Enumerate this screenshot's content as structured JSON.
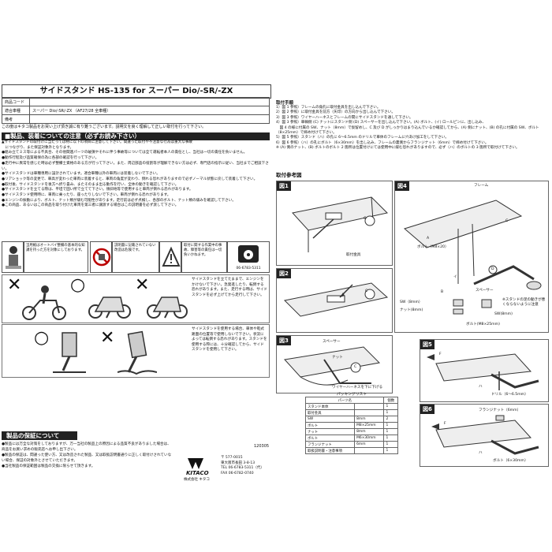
{
  "title": "サイドスタンド HS-135 for スーパー Dio/-SR/-ZX",
  "spec": [
    {
      "key": "商品コード",
      "value": ""
    },
    {
      "key": "適合車種",
      "value": "スーパー Dio/-SR/-ZX （AF27/28 全車種）"
    },
    {
      "key": "備考",
      "value": ""
    }
  ],
  "notice": "この度はキタコ製品をお買い上げ頂き誠に有り難うございます。説明文を良く理解して正しい取付を行って下さい。",
  "caution": {
    "heading": "■製品、装着についての注意（必ずお読み下さい）",
    "items": [
      "▲サイドスタンドの取付けに当たっては特に以下の項目に注意して下さい。間違った取付や不注意な行為は重大な事故",
      "　につながり、また保証対象外となります。",
      "●組み立てミス等による不具合、その他関連パーツの破損やそれに伴う事故等については全て運転者本人の責任とし、当社は一切の責任を負いません。",
      "●動作行程及び品質確保の為に各部の確認を行って下さい。",
      "●走行中に異常を感じた時は必ず整備士資格のある方が行って下さい。また、周辺部品の役割等が理解できない方は必ず、専門店の指示に従い、当社までご相談下さい。",
      "●サイドスタンドは車種専用に設計されています。適合車種以外の車両には装着しないで下さい。",
      "●リアショック等の変更で、車高が変わった車両に装着すると、車両の角度が変わり、倒れる恐れがありますので必ずノーマル状態に戻して装着して下さい。",
      "●取付後、サイドスタンドを後方へ折り畳み、またそのまま出る動作を行い、全体の動きを確認して下さい。",
      "●サイドスタンドを立てる際は、平坦で固い所で立てて下さい。傾斜地等で使用すると車両が倒れる恐れがあります。",
      "●サイドスタンド使用時に、車両に乗ったり、座ったりしないで下さい。車両が倒れる恐れがあります。",
      "●エンジンの振動により、ボルト、ナット類が緩む可能性があります。走行前は必ず点検し、各部のボルト、ナット類の緩みを確認して下さい。",
      "●この商品、あるいはこの商品を取り付けた車両を第三者に譲渡する場合はこの説明書を必ず渡して下さい。"
    ]
  },
  "warnings": [
    "当用紙はオートバイ整備の基本的な知識を持った方を対象にしております。",
    "説明書に記載されていない改造は危険です。",
    "取付に関する作業中の事故、障害等の責任は一切負いかねます。",
    "06-6783-5311"
  ],
  "stand_note_1": "サイドスタンドを立てたままで、エンジンをかけないで下さい。急発進したり、転倒する恐れがあります。また、走行する時は、サイドスタンドを必ず上げてから走行して下さい。",
  "stand_note_2": "サイドスタンドを使用する場合、車体や乾式路面の位置等で使用しないで下さい。状況によっては転倒する恐れがあります。スタンドを使用する際には、十分確認してから、サイドスタンドを使用して下さい。",
  "marks": {
    "ng": "✕",
    "ok": "○"
  },
  "warranty": {
    "heading": "製品の保証について",
    "items": [
      "●製品には万全な対策をしておりますが、万一当社の製品上の原因による品質不良がありました場合は、商品をお買い求めの販売店へお申し出下さい。",
      "●製品の保証は、間違った使い方、又は改造された製品、又は取扱説明書通りに正しく取付けされていない場合、保証の対象外とさせていただきます。",
      "●当社製品の保証範囲は製品の交換に限らせて頂きます。"
    ]
  },
  "doc_code": "120305",
  "brand": {
    "logo": "KITACO",
    "company": "株式会社 キタコ"
  },
  "address": [
    "〒 577-0015",
    "東大阪市長田 3-8-13",
    "TEL 06-6783-5311（代）",
    "FAX 06-6782-0740"
  ],
  "install": {
    "heading": "取付手順",
    "steps": [
      "1）図 1 参照）フレームの角孔に取付金具を出し込んで下さい。",
      "2）図 2 参照）に取付金具を前方（矢印）の方向から出し込んで下さい。",
      "3）図 3 参照）ワイヤーハーネスとフレームの間にサイドスタンドを通して下さい。",
      "4）図 3 参照）車輌側 (C) ナットにスタンド側 (D) スペーサーを出し込んで下さい。(A) ボルト、(イ) ロールピンに、出し込み、",
      "　図 4 の様に付属の SW、ナット（8mm）で仮留めし、C 及び D がしっかりはまり込んでいるか確認してから、(A) 側にナット、(B) の孔に付属の SW、ボルト（8×25mm）で締め付けて下さい。",
      "5）図 5 参照）スタンド（ハ）の孔に 6～6.5mm のドリルで車体のフレームに穴あけ加工をして下さい。",
      "6）図 6 参照）（ハ）の孔にボルト（6×30mm）を出し込み、フレームの裏側からフランジナット（6mm）で締め付けて下さい。",
      "※ (A) 側のナット、(B) ボルトのボルト 2 箇所は位置付けにては使用中に緩む恐れがありますので、必ず（ハ）のボルトの 3 箇所で取付けて下さい。"
    ]
  },
  "diagram": {
    "heading": "取付参考図",
    "figures": [
      "図1",
      "図2",
      "図3",
      "図4",
      "図5",
      "図6"
    ],
    "fig1_text": "取付金具",
    "fig3_text": [
      "スペーサー",
      "ナット",
      "ワイヤーハーネスを下に下げる"
    ],
    "fig4_text": [
      "フレーム",
      "ボルト（M8×20）",
      "スペーサー",
      "※スタンドの足の動きが悪くならないように注意",
      "SW（8mm）",
      "ナット(8mm)",
      "ボルト(M8×25mm)",
      "SW(8mm)"
    ],
    "fig5_text": [
      "ドリル（6～6.5mm）"
    ],
    "fig6_text": [
      "フランジナット（6mm）",
      "ボルト（6×30mm）"
    ],
    "callouts": [
      "A",
      "B",
      "C",
      "D",
      "F",
      "イ",
      "ハ"
    ]
  },
  "parts": {
    "title": "パッキングリスト",
    "header": [
      "パーツ名",
      "個数"
    ],
    "rows": [
      [
        "スタンド本体",
        "",
        "1"
      ],
      [
        "取付金具",
        "",
        "1"
      ],
      [
        "SW",
        "8mm",
        "2"
      ],
      [
        "ボルト",
        "M8×25mm",
        "1"
      ],
      [
        "ナット",
        "8mm",
        "1"
      ],
      [
        "ボルト",
        "M6×30mm",
        "1"
      ],
      [
        "フランジナット",
        "6mm",
        "1"
      ],
      [
        "取扱説明書・注意事項",
        "",
        "1"
      ]
    ]
  }
}
